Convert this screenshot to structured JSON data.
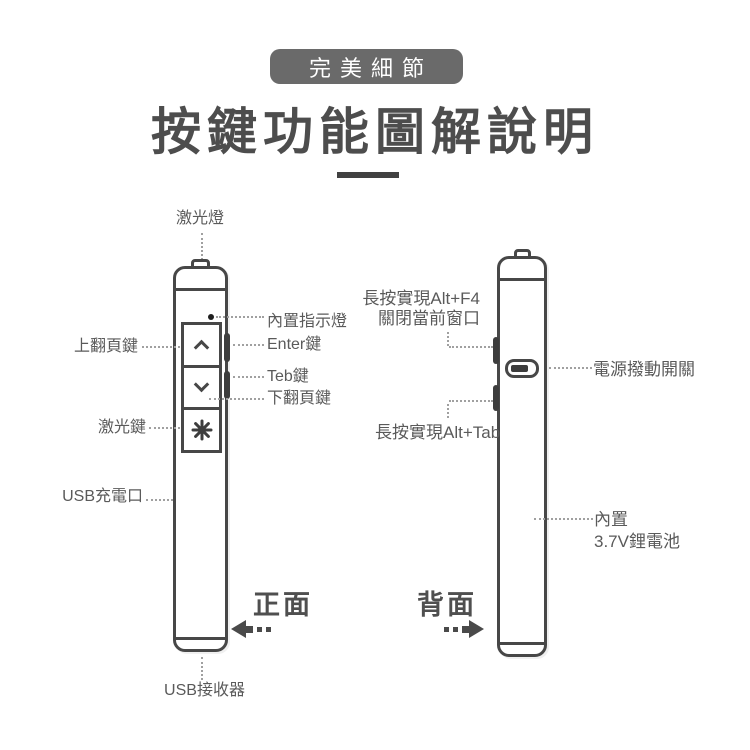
{
  "header": {
    "badge": "完美細節",
    "title": "按鍵功能圖解說明"
  },
  "front": {
    "view_label": "正面",
    "laser_light_label": "激光燈",
    "page_up_label": "上翻頁鍵",
    "laser_key_label": "激光鍵",
    "usb_port_label": "USB充電口",
    "indicator_label": "內置指示燈",
    "enter_label": "Enter鍵",
    "tab_label": "Teb鍵",
    "page_down_label": "下翻頁鍵",
    "usb_receiver_label": "USB接收器"
  },
  "back": {
    "view_label": "背面",
    "alt_f4_line1": "長按實現Alt+F4",
    "alt_f4_line2": "關閉當前窗口",
    "power_label": "電源撥動開關",
    "alt_tab_label": "長按實現Alt+Tab",
    "battery_line1": "內置",
    "battery_line2": "3.7V鋰電池"
  },
  "icons": {
    "chevron_up": "chevron-up-icon",
    "chevron_down": "chevron-down-icon",
    "laser_star": "laser-star-icon",
    "arrow_left": "arrow-left-icon",
    "arrow_right": "arrow-right-icon"
  },
  "colors": {
    "line": "#474747",
    "label": "#5a5a5a",
    "badge_bg": "#6a6a6a",
    "badge_text": "#ffffff",
    "dotted": "#a0a0a0",
    "title": "#4d4d4d"
  }
}
